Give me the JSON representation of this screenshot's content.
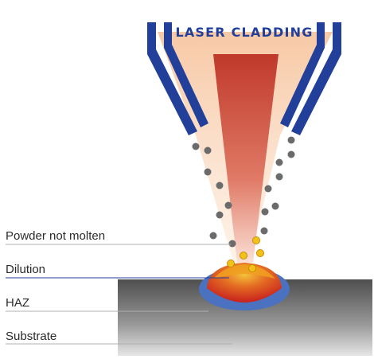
{
  "title": "LASER CLADDING",
  "labels": {
    "powder": "Powder not molten",
    "dilution": "Dilution",
    "haz": "HAZ",
    "substrate": "Substrate"
  },
  "colors": {
    "nozzle_blue": "#22409a",
    "powder_grey": "#6b6b6b",
    "molten_particle": "#f2c21a",
    "beam_red": "#c0392b",
    "melt_pool_red": "#c8201e",
    "dilution_orange": "#f0a020",
    "haz_blue": "#4a72c0",
    "substrate_grey": "#5a5a5a"
  }
}
